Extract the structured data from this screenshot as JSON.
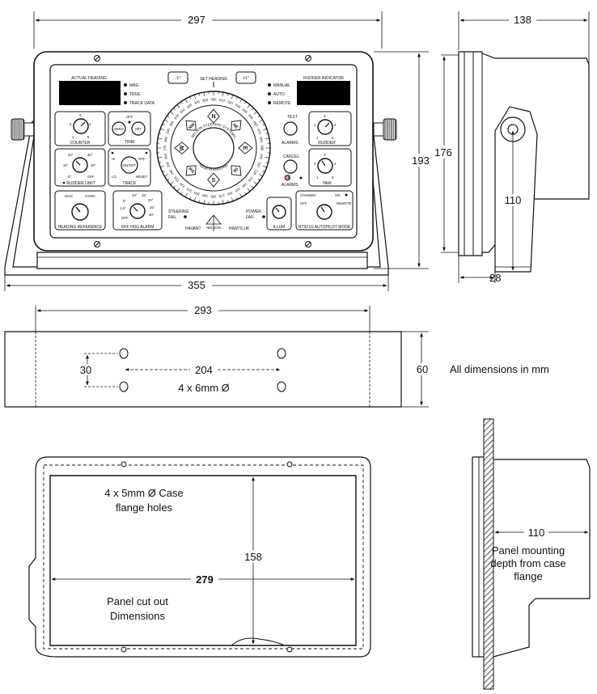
{
  "front_view": {
    "dims": {
      "width_top": "297",
      "height_outer": "193",
      "height_inner": "176",
      "width_bracket": "355"
    },
    "panel": {
      "actual_heading": "ACTUAL HEADING",
      "set_heading": "SET HEADING",
      "rudder_indicator": "RUDDER INDICATOR",
      "minus_one": "-1°",
      "plus_one": "+1°",
      "heading_src": [
        "MAG",
        "TRUE",
        "TRACK DATA"
      ],
      "modes": [
        "MANUAL",
        "AUTO",
        "REMOTE"
      ],
      "counter": "COUNTER",
      "trim": "TRIM",
      "off": "OFF",
      "zero": "ZERO",
      "set": "SET",
      "rudder_limit": "RUDDER LIMIT",
      "track": "TRACK",
      "on_off": "ON/OFF",
      "hi": "HI",
      "lo": "LO",
      "reset": "RESET",
      "test": "TEST",
      "alarms": "ALARMS",
      "cancel": "CANCEL",
      "rudder": "RUDDER",
      "yaw": "YAW",
      "mag": "MAG",
      "gyro": "GYRO",
      "heading_reference": "HEADING REFERENCE",
      "off_hdg_alarm": "OFF HDG ALARM",
      "steering_fail": [
        "STEERING",
        "FAIL"
      ],
      "power_fail": [
        "POWER",
        "FAIL"
      ],
      "havant": "HAVANT",
      "hants": "HANTS.UK",
      "nelson": "NELSON",
      "illum": "ILLUM",
      "standby": "STANDBY",
      "on": "ON",
      "remote": "REMOTE",
      "mode_title": "NT921G AUTOPILOT MODE",
      "rudder_limit_vals": [
        "20°",
        "30°",
        "15°",
        "40°",
        "5°",
        "OFF"
      ],
      "alarm_vals": [
        "10°",
        "15°",
        "20°",
        "5°",
        "25°",
        "1.5°",
        "30°",
        "OFF"
      ],
      "dial_scale": [
        "1",
        "2",
        "3",
        "4",
        "5"
      ],
      "compass_points": [
        "N",
        "NE",
        "E",
        "SE",
        "S",
        "SW",
        "W",
        "NW"
      ],
      "compass_inner_top": "NELSON STEERING SYSTEMS",
      "compass_inner_bottom": "MADE IN ENGLAND"
    }
  },
  "side_view": {
    "dims": {
      "depth": "138",
      "pivot_height": "110",
      "bracket_offset": "28"
    }
  },
  "bracket_view": {
    "dims": {
      "length": "293",
      "hole_spacing_x": "204",
      "hole_spacing_y": "30",
      "width": "60"
    },
    "holes_label": "4 x 6mm Ø",
    "units_note": "All dimensions in mm"
  },
  "cutout_view": {
    "dims": {
      "width": "279",
      "height": "158"
    },
    "flange_label": [
      "4 x 5mm Ø Case",
      "flange holes"
    ],
    "cutout_label": [
      "Panel cut out",
      "Dimensions"
    ]
  },
  "panel_mount_view": {
    "dims": {
      "depth": "110"
    },
    "label": [
      "Panel mounting",
      "depth from case",
      "flange"
    ]
  }
}
